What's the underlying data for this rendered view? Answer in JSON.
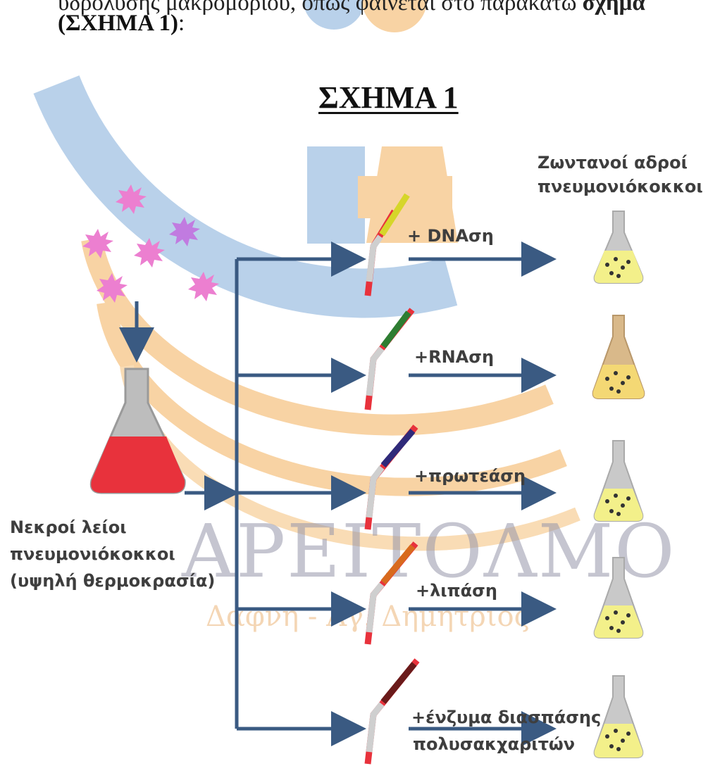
{
  "intro": {
    "line1_prefix": "υδρόλυσης μακρομορίου, όπως φαίνεται στο παρακάτω ",
    "line1_bold": "σχήμα",
    "line2_label": "(ΣΧΗΜΑ 1)",
    "line2_colon": ":"
  },
  "figure": {
    "title": "ΣΧΗΜΑ 1",
    "top_label_line1": "Ζωντανοί αδροί",
    "top_label_line2": "πνευμονιόκοκκοι",
    "left_label_line1": "Νεκροί λείοι",
    "left_label_line2": "πνευμονιόκοκκοι",
    "left_label_line3": "(υψηλή θερμοκρασία)",
    "treatments": [
      {
        "label": "+ DNAση",
        "tip_color": "#d6d62a"
      },
      {
        "label": "+RNAση",
        "tip_color": "#2e7d32"
      },
      {
        "label": "+πρωτεάση",
        "tip_color": "#2f2a7a"
      },
      {
        "label": "+λιπάση",
        "tip_color": "#d86a1e"
      },
      {
        "label_line1": "+ένζυμα διασπάσης",
        "label_line2": "πολυσακχαριτών",
        "tip_color": "#6a1a1a"
      }
    ]
  },
  "watermark": {
    "text_big": "ΑΡΕΙΤΟΛΜΟ",
    "text_small": "Δαφνη - Αγ. Δημητριος"
  },
  "colors": {
    "watermark_blue": "#9ec0e3",
    "watermark_orange": "#f6c58a",
    "arrow": "#3a5a82",
    "culture_red": "#e8323c",
    "bacteria_pink": "#ec7fd0",
    "flask_yellow": "#f3f08a",
    "flask_brown": "#d9b98a"
  }
}
